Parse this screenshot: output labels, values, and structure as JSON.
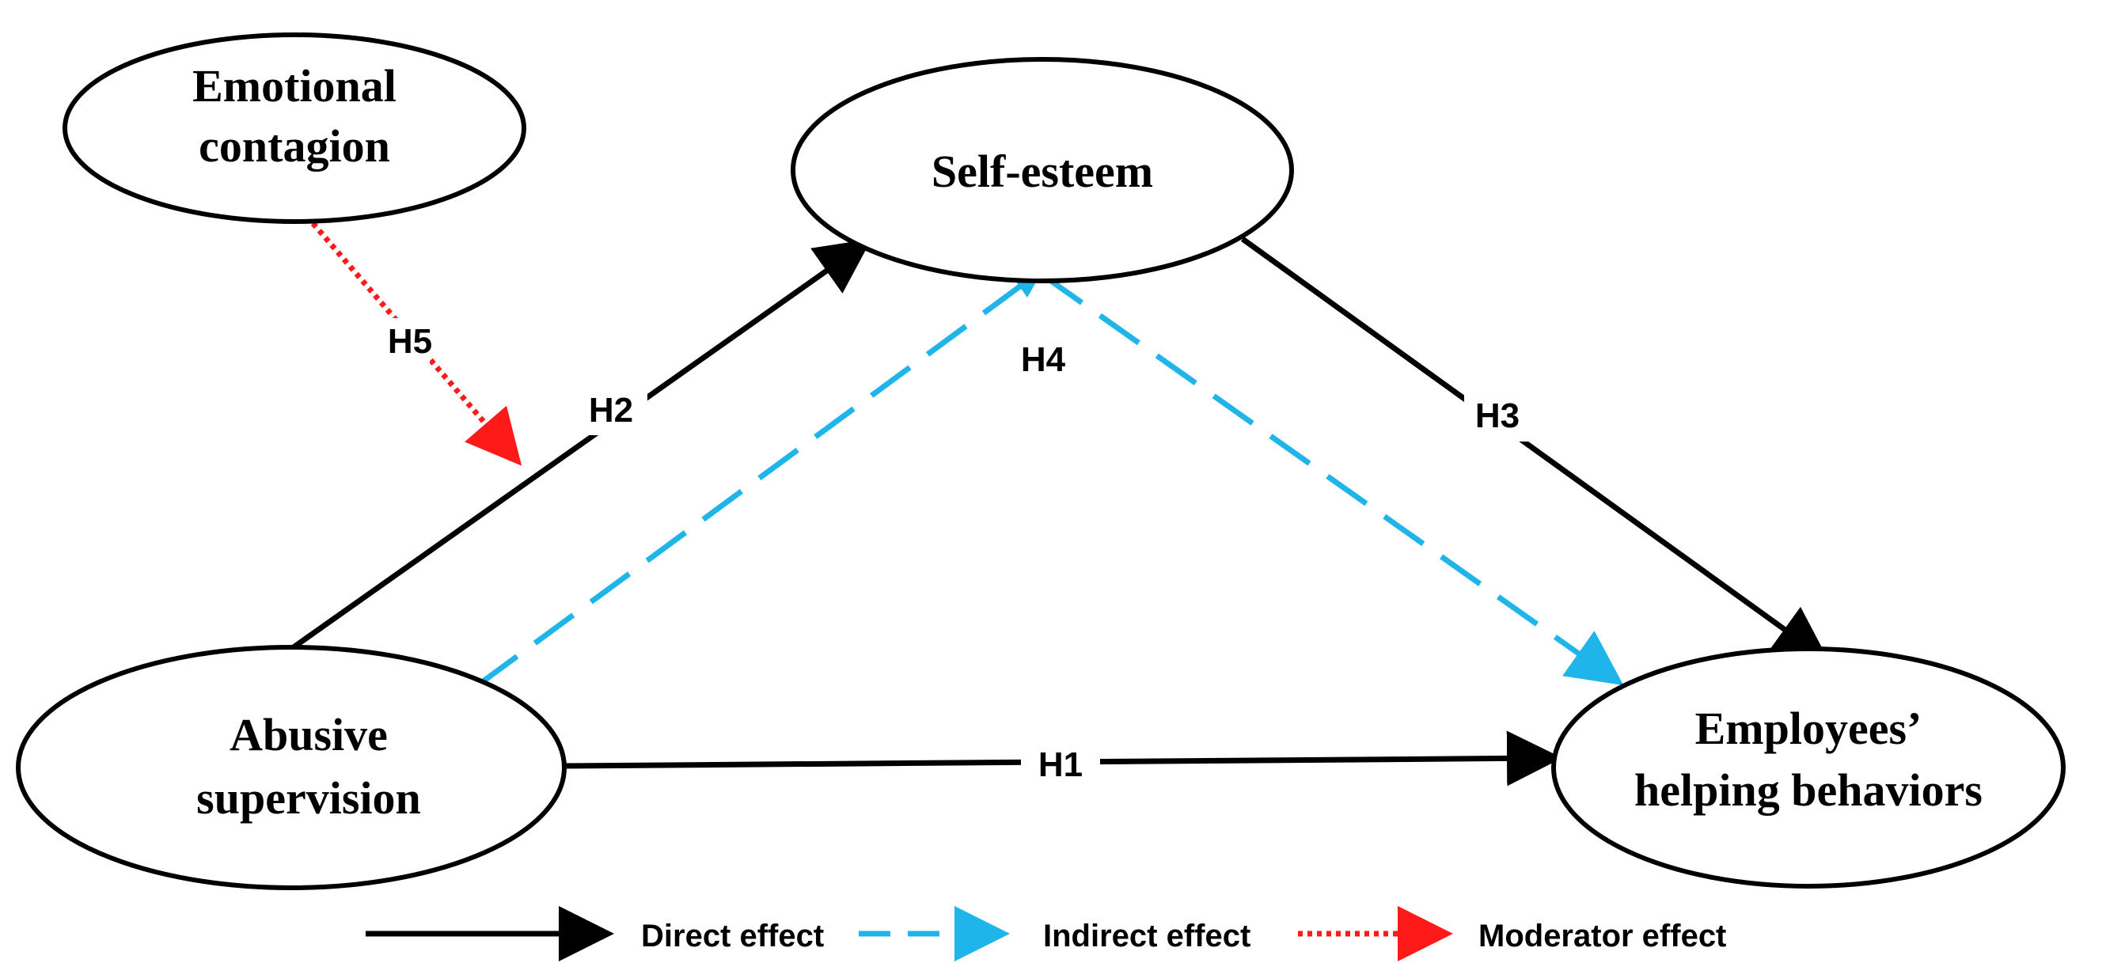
{
  "nodes": {
    "emotional_contagion": {
      "line1": "Emotional",
      "line2": "contagion"
    },
    "self_esteem": {
      "line1": "Self-esteem"
    },
    "abusive_supervision": {
      "line1": "Abusive",
      "line2": "supervision"
    },
    "helping_behaviors": {
      "line1": "Employees’",
      "line2": "helping behaviors"
    }
  },
  "hypotheses": {
    "h1": "H1",
    "h2": "H2",
    "h3": "H3",
    "h4": "H4",
    "h5": "H5"
  },
  "legend": {
    "direct": "Direct effect",
    "indirect": "Indirect effect",
    "moderator": "Moderator effect"
  },
  "colors": {
    "direct": "#000000",
    "indirect": "#1fb4ea",
    "moderator": "#ff1a1a"
  }
}
